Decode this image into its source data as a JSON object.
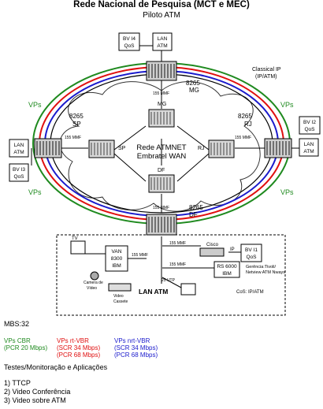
{
  "header": {
    "title": "Rede Nacional de Pesquisa (MCT e MEC)",
    "subtitle": "Piloto ATM"
  },
  "colors": {
    "green": "#1f8a1f",
    "red": "#e01010",
    "blue": "#1a1acc",
    "black": "#000000"
  },
  "wan": {
    "title": "Rede ATMNET",
    "subtitle": "Embratel WAN",
    "classical_ip_1": "Classical IP",
    "classical_ip_2": "(IP/ATM)"
  },
  "sites": {
    "mg_ext": "MG",
    "mg_int": "MG",
    "sp_ext": "SP",
    "sp_int": "SP",
    "rj_ext": "RJ",
    "rj_int": "RJ",
    "df_ext": "DF",
    "df_int": "DF",
    "model": "8265"
  },
  "vp_label": "VPs",
  "link_label": "155 MMF",
  "boxes": {
    "bv14_1": "BV I4",
    "bv14_2": "QoS",
    "lan_top_1": "LAN",
    "lan_top_2": "ATM",
    "lan_left_1": "LAN",
    "lan_left_2": "ATM",
    "bv13_1": "BV I3",
    "bv13_2": "QoS",
    "bv12_1": "BV I2",
    "bv12_2": "QoS",
    "lan_right_1": "LAN",
    "lan_right_2": "ATM"
  },
  "lan": {
    "title": "LAN ATM",
    "tv": "TV",
    "van_1": "VAN",
    "van_2": "8300",
    "van_3": "IBM",
    "camera_1": "Camera de",
    "camera_2": "Vídeo",
    "cassete_1": "Video",
    "cassete_2": "Cassete",
    "cisco": "Cisco",
    "ip": "IP",
    "bv11_1": "BV I1",
    "bv11_2": "QoS",
    "rs_1": "RS 6000",
    "rs_2": "IBM",
    "mgmt_1": "Gerência:Tivoli/",
    "mgmt_2": "Netview ATM Nways",
    "utp": "25 UTP",
    "cos": "CoS: IP/ATM"
  },
  "legend": {
    "mbs": "MBS:32",
    "cbr_1": "VPs  CBR",
    "cbr_2": "(PCR 20 Mbps)",
    "rt_1": "VPs  rt-VBR",
    "rt_2": "(SCR 34 Mbps)",
    "rt_3": "(PCR 68 Mbps)",
    "nrt_1": "VPs  nrt-VBR",
    "nrt_2": "(SCR 34 Mbps)",
    "nrt_3": "(PCR 68 Mbps)",
    "tests": "Testes/Monitoração  e  Aplicações",
    "items": [
      "1) TTCP",
      "2) Video Conferência",
      "3) Video sobre ATM"
    ]
  }
}
